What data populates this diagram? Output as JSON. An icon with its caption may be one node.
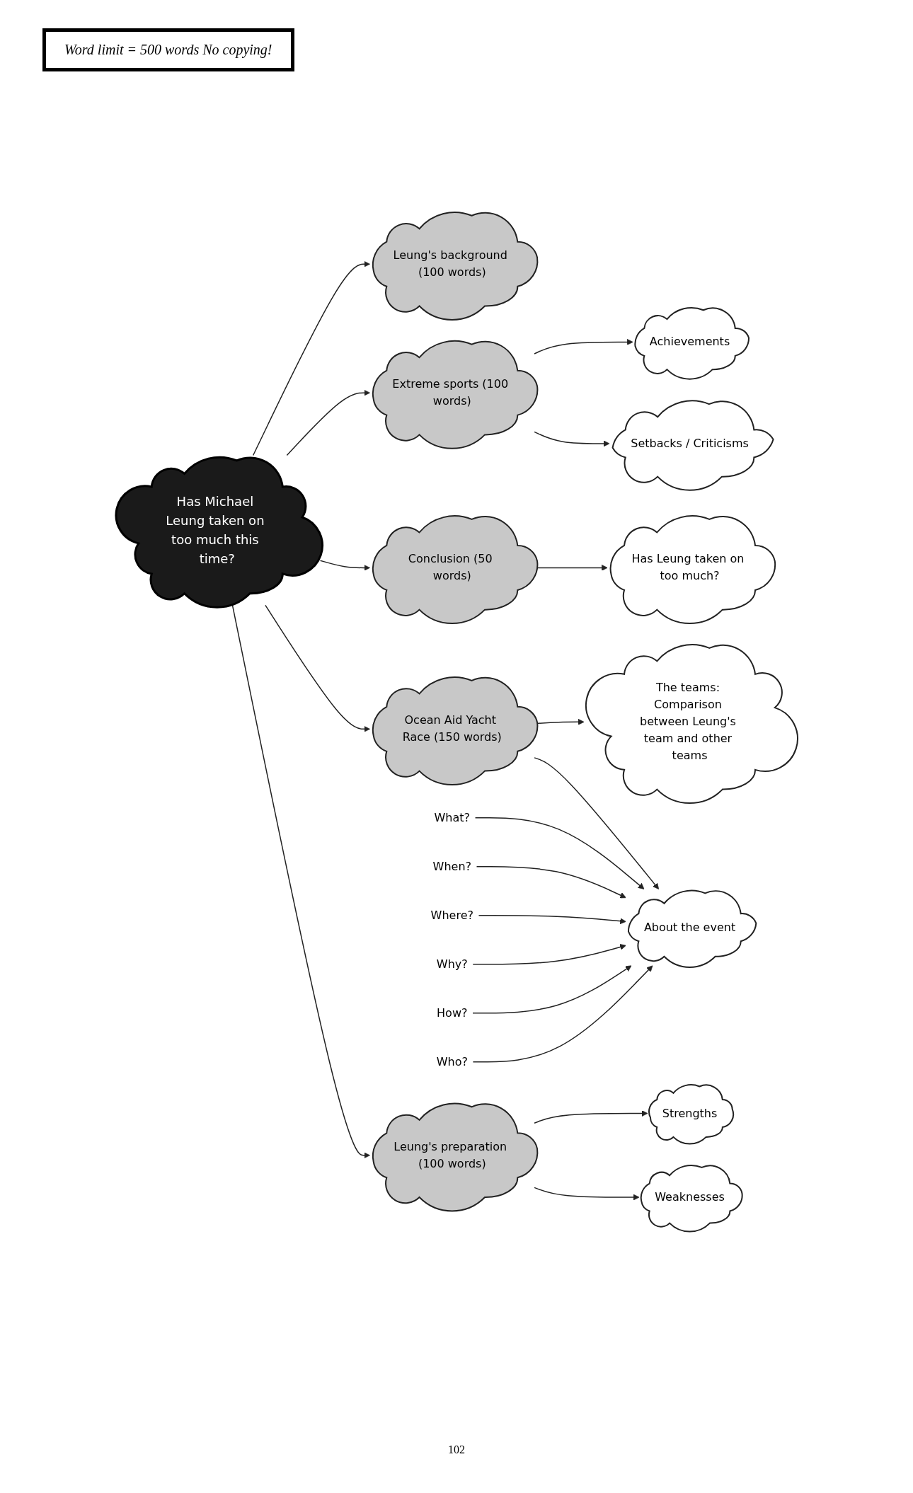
{
  "diagram": {
    "nodes": [
      {
        "text": [
          "Has Michael Leung taken on too much this time?"
        ]
      },
      {
        "text": [
          "Leung's background (100 words)"
        ]
      },
      {
        "text": [
          "Extreme sports (100 words)"
        ]
      },
      {
        "text": [
          "Achievements"
        ]
      },
      {
        "text": [
          "Setbacks / Criticisms"
        ]
      },
      {
        "text": [
          "Conclusion (50 words)"
        ]
      },
      {
        "text": [
          "Has Leung taken on too much?"
        ]
      },
      {
        "text": [
          "Ocean Aid Yacht Race (150 words)"
        ]
      },
      {
        "text": [
          "The teams: Comparison between Leung's team and other teams"
        ]
      },
      {
        "text": [
          "About the event"
        ]
      },
      {
        "text": [
          "What?"
        ]
      },
      {
        "text": [
          "When?"
        ]
      },
      {
        "text": [
          "Where?"
        ]
      },
      {
        "text": [
          "Why?"
        ]
      },
      {
        "text": [
          "How?"
        ]
      },
      {
        "text": [
          "Who?"
        ]
      },
      {
        "text": [
          "Leung's preparation (100 words)"
        ]
      },
      {
        "text": [
          "Strengths"
        ]
      },
      {
        "text": [
          "Weaknesses"
        ]
      },
      {
        "text": [
          "Word limit = 500 words No copying!"
        ]
      }
    ],
    "edges": [
      {
        "from": 0,
        "to": 1,
        "arrow": "to"
      },
      {
        "from": 0,
        "to": 2,
        "arrow": "to"
      },
      {
        "from": 2,
        "to": 3,
        "arrow": "to"
      },
      {
        "from": 2,
        "to": 4,
        "arrow": "to"
      },
      {
        "from": 0,
        "to": 5,
        "arrow": "to"
      },
      {
        "from": 5,
        "to": 6,
        "arrow": "to"
      },
      {
        "from": 0,
        "to": 7,
        "arrow": "to"
      },
      {
        "from": 7,
        "to": 8,
        "arrow": "to"
      },
      {
        "from": 7,
        "to": 9,
        "arrow": "to"
      },
      {
        "from": 10,
        "to": 9,
        "arrow": "to"
      },
      {
        "from": 11,
        "to": 9,
        "arrow": "to"
      },
      {
        "from": 12,
        "to": 9,
        "arrow": "to"
      },
      {
        "from": 13,
        "to": 9,
        "arrow": "to"
      },
      {
        "from": 14,
        "to": 9,
        "arrow": "to"
      },
      {
        "from": 15,
        "to": 9,
        "arrow": "to"
      },
      {
        "from": 0,
        "to": 16,
        "arrow": "to"
      },
      {
        "from": 16,
        "to": 17,
        "arrow": "to"
      },
      {
        "from": 16,
        "to": 18,
        "arrow": "to"
      }
    ],
    "labels": [
      "102"
    ]
  }
}
